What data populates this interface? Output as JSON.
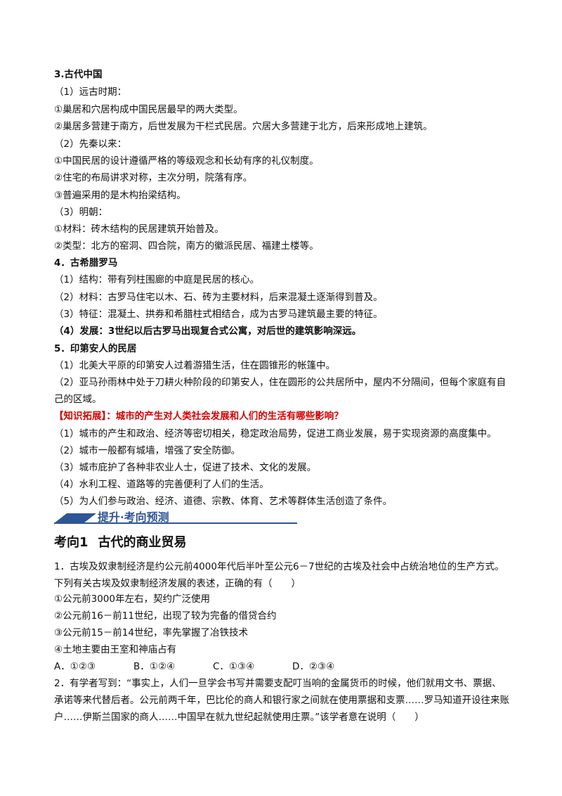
{
  "s3": {
    "title": "3.古代中国",
    "p1": "（1）远古时期：",
    "p1a": "①巢居和穴居构成中国民居最早的两大类型。",
    "p1b": "②巢居多营建于南方，后世发展为干栏式民居。穴居大多营建于北方，后来形成地上建筑。",
    "p2": "（2）先秦以来：",
    "p2a": "①中国民居的设计遵循严格的等级观念和长幼有序的礼仪制度。",
    "p2b": "②住宅的布局讲求对称，主次分明，院落有序。",
    "p2c": "③普遍采用的是木构抬梁结构。",
    "p3": "（3）明朝：",
    "p3a": "①材料：砖木结构的民居建筑开始普及。",
    "p3b": "②类型：北方的窑洞、四合院，南方的徽派民居、福建土楼等。"
  },
  "s4": {
    "title": "4．古希腊罗马",
    "p1": "（1）结构：带有列柱围廊的中庭是民居的核心。",
    "p2": "（2）材料：古罗马住宅以木、石、砖为主要材料，后来混凝土逐渐得到普及。",
    "p3": "（3）特征：混凝土、拱券和希腊柱式相结合，成为古罗马建筑最主要的特征。",
    "p4": "（4）发展：3世纪以后古罗马出现复合式公寓，对后世的建筑影响深远。"
  },
  "s5": {
    "title": "5．印第安人的民居",
    "p1": "（1）北美大平原的印第安人过着游猎生活，住在圆锥形的帐篷中。",
    "p2": "（2）亚马孙雨林中处于刀耕火种阶段的印第安人，住在圆形的公共居所中，屋内不分隔间，但每个家庭有自己的区域。"
  },
  "ext": {
    "title": "【知识拓展】：城市的产生对人类社会发展和人们的生活有哪些影响？",
    "p1": "（1）城市的产生和政治、经济等密切相关，稳定政治局势，促进工商业发展，易于实现资源的高度集中。",
    "p2": "（2）城市一般都有城墙，增强了安全防御。",
    "p3": "（3）城市庇护了各种非农业人士，促进了技术、文化的发展。",
    "p4": "（4）水利工程、道路等的完善便利了人们的生活。",
    "p5": "（5）为人们参与政治、经济、道德、宗教、体育、艺术等群体生活创造了条件。"
  },
  "banner": {
    "text": "提升·考向预测",
    "color": "#2f5597"
  },
  "heading": {
    "label": "考向1",
    "title": "古代的商业贸易"
  },
  "q1": {
    "stem": "1．古埃及奴隶制经济是约公元前4000年代后半叶至公元6－7世纪的古埃及社会中占统治地位的生产方式。下列有关古埃及奴隶制经济发展的表述，正确的有（　　）",
    "i1": "①公元前3000年左右，契约广泛使用",
    "i2": "②公元前16－前11世纪，出现了较为完备的借贷合约",
    "i3": "③公元前15－前14世纪，率先掌握了冶铁技术",
    "i4": "④土地主要由王室和神庙占有",
    "optA": "A．①②③",
    "optB": "B．①②④",
    "optC": "C．①③④",
    "optD": "D．②③④"
  },
  "q2": {
    "stem": "2．有学者写到：“事实上，人们一旦学会书写并需要支配叮当响的金属货币的时候，他们就用文书、票据、承诺等来代替后者。公元前两千年，巴比伦的商人和银行家之间就在使用票据和支票……罗马知道开设往来账户……伊斯兰国家的商人……中国早在就九世纪起就使用庄票。”该学者意在说明（　　）"
  },
  "colors": {
    "accent": "#d40000",
    "brand": "#2f5597"
  }
}
